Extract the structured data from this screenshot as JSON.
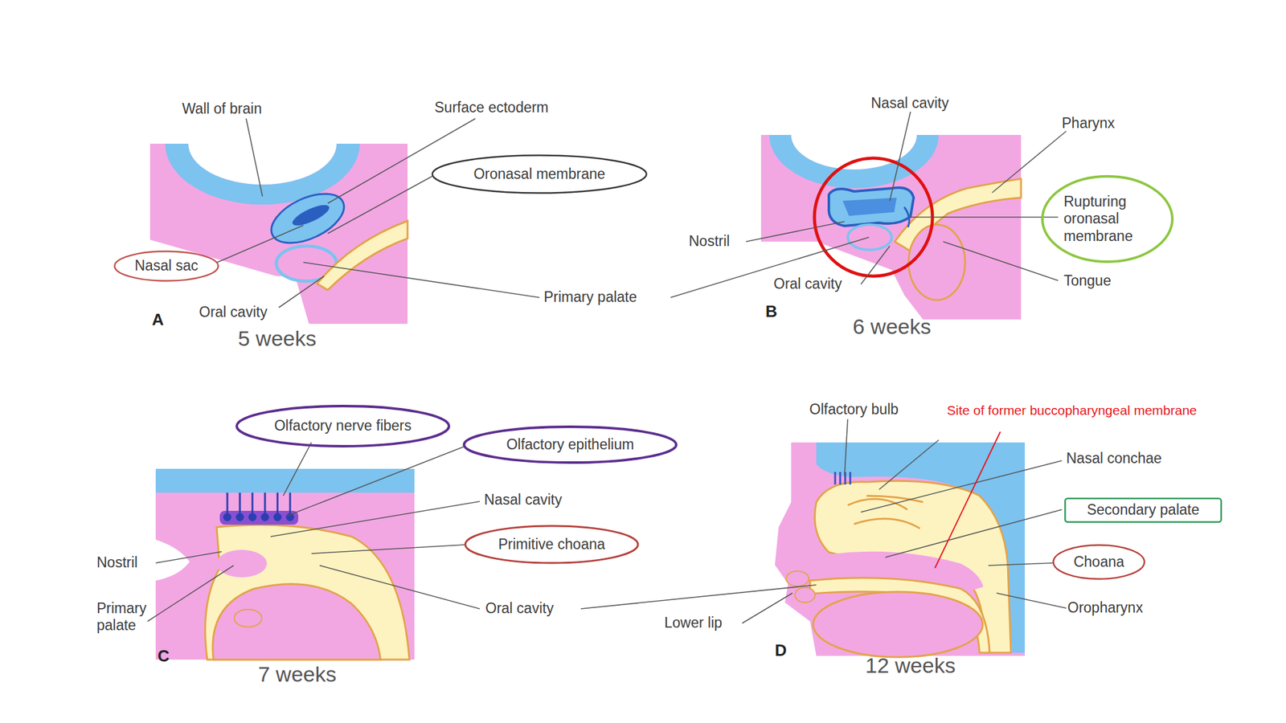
{
  "diagram": {
    "nodes": [
      {
        "text": [
          "Oronasal membrane"
        ]
      },
      {
        "text": [
          "Nasal sac"
        ]
      },
      {
        "text": [
          "Rupturing oronasal membrane"
        ]
      },
      {
        "text": [
          "Olfactory nerve fibers"
        ]
      },
      {
        "text": [
          "Olfactory epithelium"
        ]
      },
      {
        "text": [
          "Primitive choana"
        ]
      },
      {
        "text": [
          "Secondary palate"
        ]
      },
      {
        "text": [
          "Choana"
        ]
      }
    ],
    "labels": [
      "Wall of brain",
      "Surface ectoderm",
      "Oral cavity",
      "A",
      "5 weeks",
      "Primary palate",
      "Nasal cavity",
      "Pharynx",
      "Nostril",
      "Oral cavity",
      "Tongue",
      "B",
      "6 weeks",
      "Nasal cavity",
      "Nostril",
      "Primary palate",
      "Oral cavity",
      "C",
      "7 weeks",
      "Olfactory bulb",
      "Site of former buccopharyngeal membrane",
      "Nasal conchae",
      "Oropharynx",
      "Lower lip",
      "D",
      "12 weeks"
    ]
  }
}
